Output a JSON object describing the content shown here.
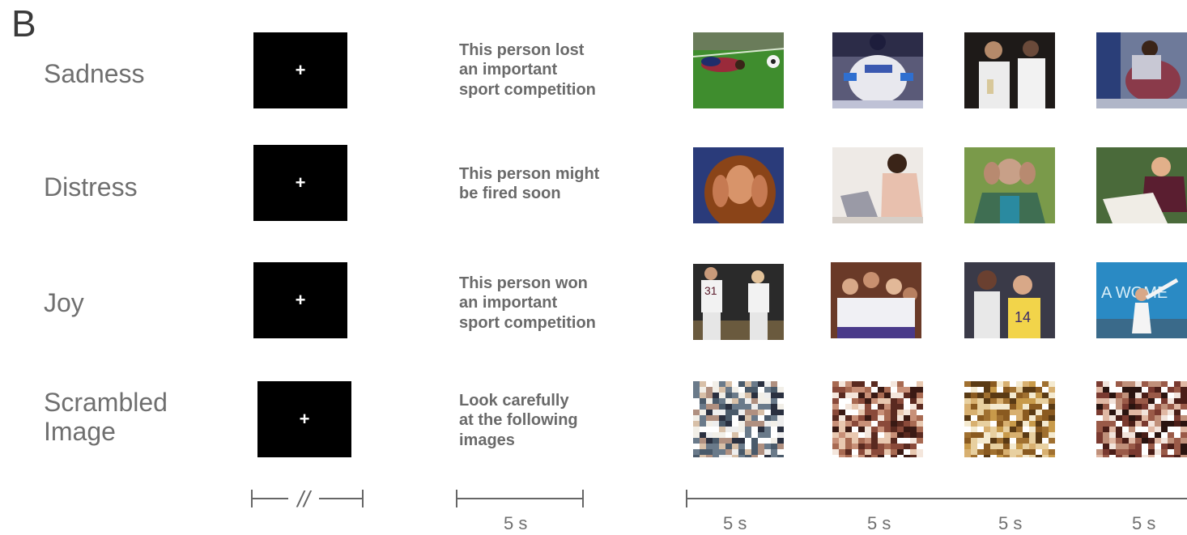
{
  "panel_letter": "B",
  "conditions": [
    {
      "label": "Sadness",
      "context": "This person lost\nan important\nsport competition",
      "fixation": "+",
      "images": [
        "soccer-player-lying-photo",
        "baseball-players-kneeling-photo",
        "comforting-players-photo",
        "athlete-sitting-head-down-photo"
      ]
    },
    {
      "label": "Distress",
      "context": "This person might\nbe fired soon",
      "fixation": "+",
      "images": [
        "woman-hands-on-face-photo",
        "woman-at-laptop-stressed-photo",
        "man-holding-head-photo",
        "woman-at-desk-photo"
      ]
    },
    {
      "label": "Joy",
      "context": "This person won\nan important\nsport competition",
      "fixation": "+",
      "images": [
        "softball-players-celebrating-photo",
        "team-group-celebration-photo",
        "basketball-players-cheering-photo",
        "tennis-player-celebrating-photo"
      ]
    },
    {
      "label": "Scrambled\nImage",
      "context": "Look carefully\nat the following\nimages",
      "fixation": "+",
      "images": [
        "scrambled-image-1",
        "scrambled-image-2",
        "scrambled-image-3",
        "scrambled-image-4"
      ]
    }
  ],
  "timeline": {
    "fixation_break_symbol": "//",
    "context_duration": "5 s",
    "image_durations": [
      "5 s",
      "5 s",
      "5 s",
      "5 s"
    ]
  },
  "colors": {
    "fixation_screen": "#000000",
    "text": "#6f6f6f",
    "timeline": "#666666"
  }
}
